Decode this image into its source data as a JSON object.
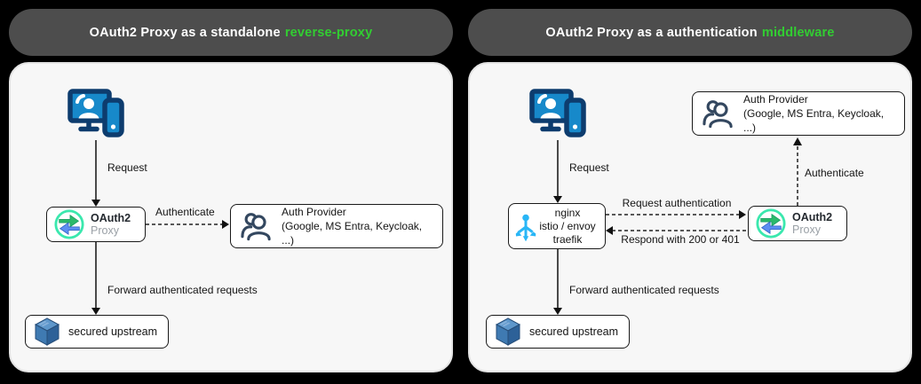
{
  "colors": {
    "background": "#000000",
    "header_bg": "#4d4d4d",
    "header_text": "#ffffff",
    "header_highlight": "#32cd32",
    "panel_bg": "#f7f7f7",
    "node_border": "#1a1a1a",
    "arrow": "#111111",
    "oauth2_ring": "#3be8ae",
    "oauth2_arrow_green": "#2cb96b",
    "oauth2_arrow_blue": "#5d8ef2",
    "device_navy": "#0d3c6e",
    "device_blue": "#1789ca",
    "users_slate": "#33475f",
    "ingress_cyan": "#29b6f6",
    "cube_top": "#5e97cb",
    "cube_left": "#3f7ab2",
    "cube_right": "#2d6198"
  },
  "left_panel": {
    "title_prefix": "OAuth2 Proxy as a standalone",
    "title_highlight": "reverse-proxy",
    "labels": {
      "request": "Request",
      "authenticate": "Authenticate",
      "forward": "Forward authenticated requests"
    },
    "oauth2_proxy": {
      "name": "OAuth2",
      "sub": "Proxy"
    },
    "auth_provider": {
      "title": "Auth Provider",
      "subtitle": "(Google, MS Entra, Keycloak, ...)"
    },
    "secured_upstream": "secured upstream"
  },
  "right_panel": {
    "title_prefix": "OAuth2 Proxy as a authentication",
    "title_highlight": "middleware",
    "labels": {
      "request": "Request",
      "request_authentication": "Request authentication",
      "respond": "Respond with 200 or 401",
      "authenticate": "Authenticate",
      "forward": "Forward authenticated requests"
    },
    "ingress": {
      "line1": "nginx",
      "line2": "istio / envoy",
      "line3": "traefik"
    },
    "oauth2_proxy": {
      "name": "OAuth2",
      "sub": "Proxy"
    },
    "auth_provider": {
      "title": "Auth Provider",
      "subtitle": "(Google, MS Entra, Keycloak, ...)"
    },
    "secured_upstream": "secured upstream"
  }
}
